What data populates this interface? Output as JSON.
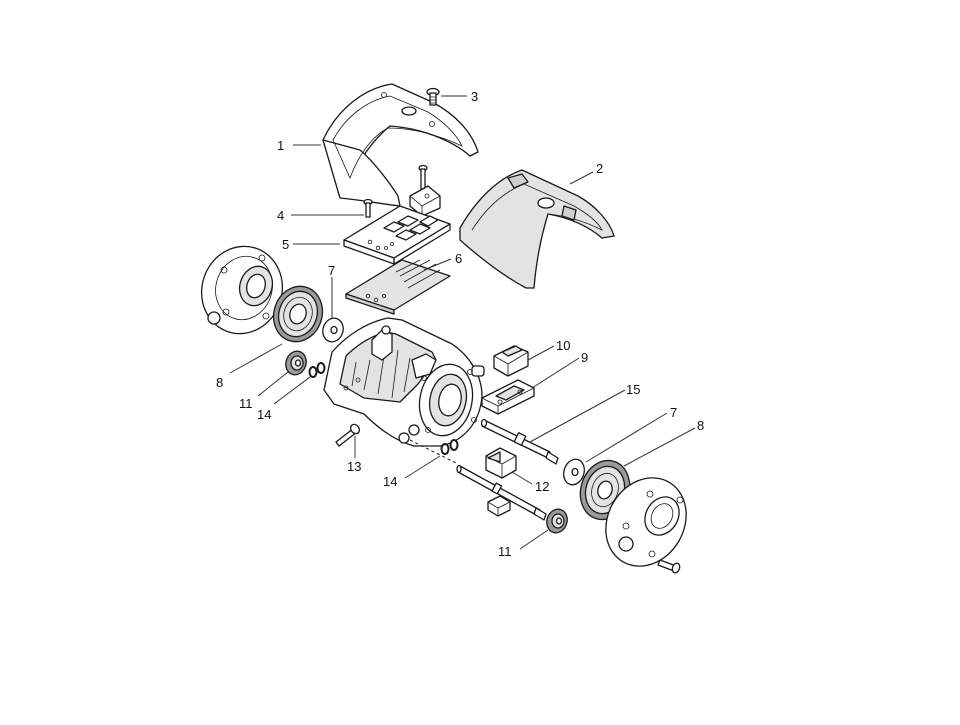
{
  "callouts": [
    {
      "key": "1",
      "text": "1"
    },
    {
      "key": "2",
      "text": "2"
    },
    {
      "key": "3",
      "text": "3"
    },
    {
      "key": "4",
      "text": "4"
    },
    {
      "key": "5",
      "text": "5"
    },
    {
      "key": "6",
      "text": "6"
    },
    {
      "key": "7a",
      "text": "7"
    },
    {
      "key": "8a",
      "text": "8"
    },
    {
      "key": "11a",
      "text": "11"
    },
    {
      "key": "14a",
      "text": "14"
    },
    {
      "key": "10",
      "text": "10"
    },
    {
      "key": "9",
      "text": "9"
    },
    {
      "key": "15",
      "text": "15"
    },
    {
      "key": "7b",
      "text": "7"
    },
    {
      "key": "8b",
      "text": "8"
    },
    {
      "key": "13",
      "text": "13"
    },
    {
      "key": "14b",
      "text": "14"
    },
    {
      "key": "12",
      "text": "12"
    },
    {
      "key": "11b",
      "text": "11"
    }
  ]
}
